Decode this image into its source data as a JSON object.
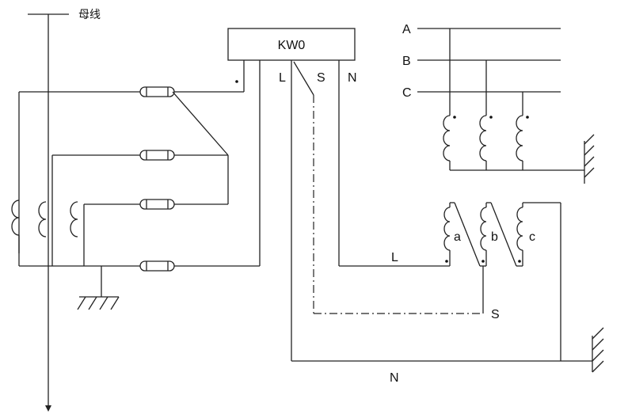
{
  "busbar": {
    "label": "母线"
  },
  "device": {
    "label": "KW0",
    "terminals": {
      "L": "L",
      "S": "S",
      "N": "N"
    }
  },
  "phases": [
    "A",
    "B",
    "C"
  ],
  "secondary_windings": [
    "a",
    "b",
    "c"
  ],
  "line_labels": {
    "L": "L",
    "S": "S",
    "N": "N"
  }
}
